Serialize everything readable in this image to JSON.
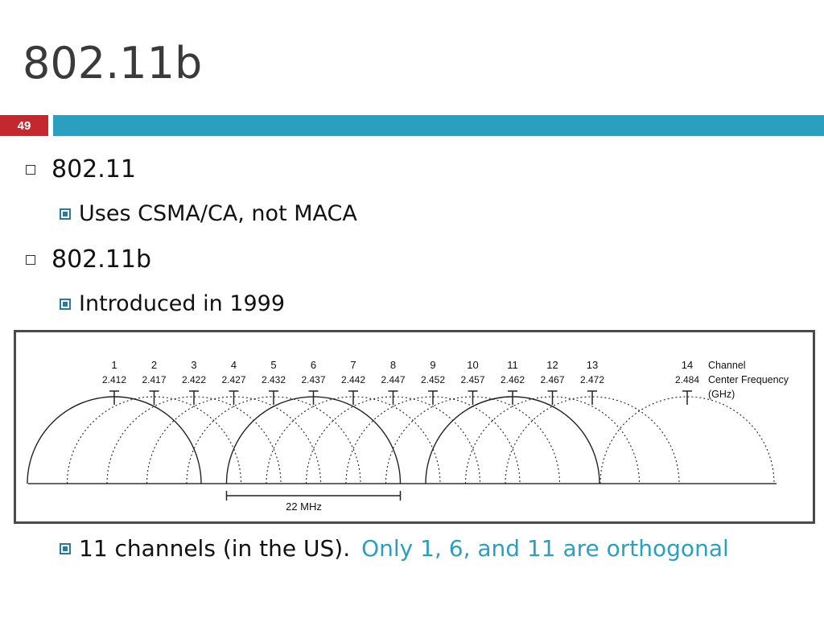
{
  "slide": {
    "title": "802.11b",
    "number": "49",
    "colors": {
      "title_bar": "#2a9fbf",
      "number_box": "#c4282f",
      "highlight_text": "#2a9fbf"
    }
  },
  "bullets": [
    {
      "level": 1,
      "text": "802.11"
    },
    {
      "level": 2,
      "text": "Uses CSMA/CA, not MACA"
    },
    {
      "level": 1,
      "text": "802.11b"
    },
    {
      "level": 2,
      "text": "Introduced in 1999"
    }
  ],
  "last_bullet": {
    "text": "11 channels (in the US).",
    "highlight": "Only 1, 6, and 11 are orthogonal"
  },
  "diagram": {
    "channels": [
      "1",
      "2",
      "3",
      "4",
      "5",
      "6",
      "7",
      "8",
      "9",
      "10",
      "11",
      "12",
      "13",
      "14"
    ],
    "frequencies": [
      "2.412",
      "2.417",
      "2.422",
      "2.427",
      "2.432",
      "2.437",
      "2.442",
      "2.447",
      "2.452",
      "2.457",
      "2.462",
      "2.467",
      "2.472",
      "2.484"
    ],
    "legend": [
      "Channel",
      "Center Frequency",
      "(GHz)"
    ],
    "bandwidth_label": "22 MHz",
    "orthogonal_channels": [
      "1",
      "6",
      "11"
    ]
  }
}
